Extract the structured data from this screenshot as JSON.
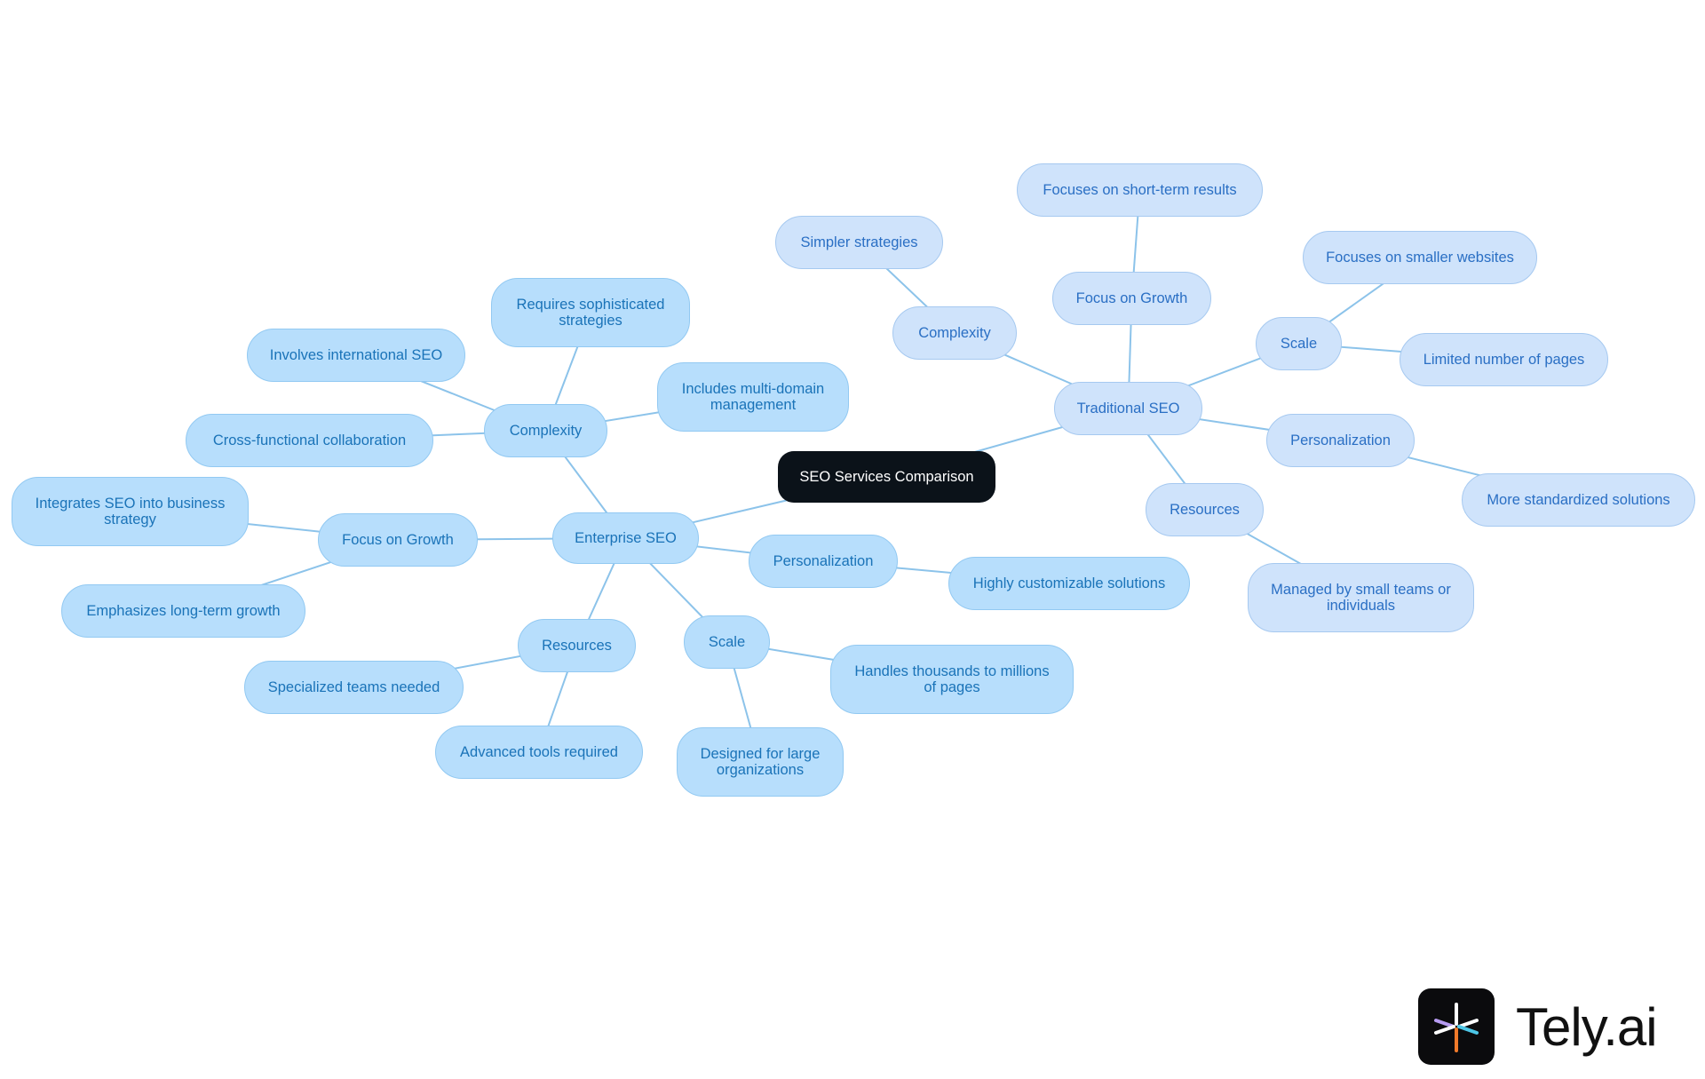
{
  "diagram": {
    "root": {
      "id": "root",
      "label": "SEO Services Comparison"
    },
    "branches": [
      {
        "id": "enterprise",
        "label": "Enterprise SEO",
        "color": "#b7defc",
        "children": [
          {
            "id": "e-complexity",
            "label": "Complexity",
            "children": [
              {
                "id": "e-c1",
                "label": "Requires sophisticated strategies"
              },
              {
                "id": "e-c2",
                "label": "Involves international SEO"
              },
              {
                "id": "e-c3",
                "label": "Includes multi-domain management"
              },
              {
                "id": "e-c4",
                "label": "Cross-functional collaboration"
              }
            ]
          },
          {
            "id": "e-growth",
            "label": "Focus on Growth",
            "children": [
              {
                "id": "e-g1",
                "label": "Integrates SEO into business strategy"
              },
              {
                "id": "e-g2",
                "label": "Emphasizes long-term growth"
              }
            ]
          },
          {
            "id": "e-personalization",
            "label": "Personalization",
            "children": [
              {
                "id": "e-p1",
                "label": "Highly customizable solutions"
              }
            ]
          },
          {
            "id": "e-resources",
            "label": "Resources",
            "children": [
              {
                "id": "e-r1",
                "label": "Specialized teams needed"
              },
              {
                "id": "e-r2",
                "label": "Advanced tools required"
              }
            ]
          },
          {
            "id": "e-scale",
            "label": "Scale",
            "children": [
              {
                "id": "e-s1",
                "label": "Handles thousands to millions of pages"
              },
              {
                "id": "e-s2",
                "label": "Designed for large organizations"
              }
            ]
          }
        ]
      },
      {
        "id": "traditional",
        "label": "Traditional SEO",
        "color": "#cfe3fb",
        "children": [
          {
            "id": "t-complexity",
            "label": "Complexity",
            "children": [
              {
                "id": "t-c1",
                "label": "Simpler strategies"
              }
            ]
          },
          {
            "id": "t-growth",
            "label": "Focus on Growth",
            "children": [
              {
                "id": "t-g1",
                "label": "Focuses on short-term results"
              }
            ]
          },
          {
            "id": "t-scale",
            "label": "Scale",
            "children": [
              {
                "id": "t-s1",
                "label": "Focuses on smaller websites"
              },
              {
                "id": "t-s2",
                "label": "Limited number of pages"
              }
            ]
          },
          {
            "id": "t-personalization",
            "label": "Personalization",
            "children": [
              {
                "id": "t-p1",
                "label": "More standardized solutions"
              }
            ]
          },
          {
            "id": "t-resources",
            "label": "Resources",
            "children": [
              {
                "id": "t-r1",
                "label": "Managed by small teams or individuals"
              }
            ]
          }
        ]
      }
    ]
  },
  "brand": {
    "name": "Tely.ai",
    "logo_icon": "tely-asterisk-logo-icon"
  },
  "colors": {
    "edge": "#8cc3ea",
    "root_fill": "#0b1219",
    "enterprise_text": "#1a73b8",
    "traditional_text": "#2a6fc4"
  }
}
